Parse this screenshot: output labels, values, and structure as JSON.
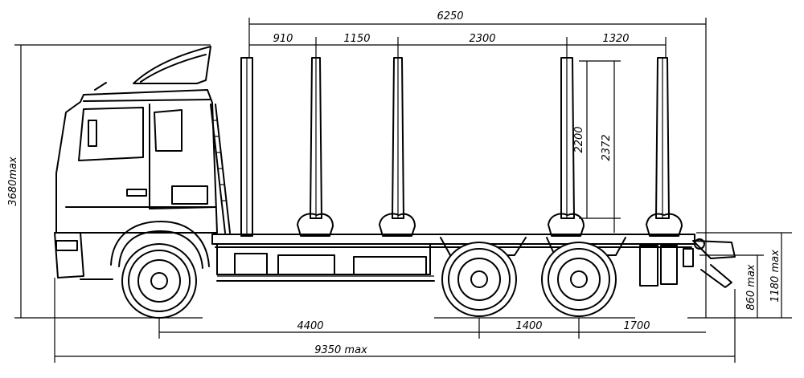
{
  "dimensions": {
    "overall_body_length": "6250",
    "stake_gap_1": "910",
    "stake_gap_2": "1150",
    "stake_gap_3": "2300",
    "stake_gap_4": "1320",
    "overall_height": "3680max",
    "stake_height_inner": "2200",
    "stake_height_outer": "2372",
    "wheelbase": "4400",
    "tandem_spacing": "1400",
    "rear_overhang": "1700",
    "overall_length": "9350 max",
    "frame_height": "1180 max",
    "coupling_height": "860 max"
  }
}
